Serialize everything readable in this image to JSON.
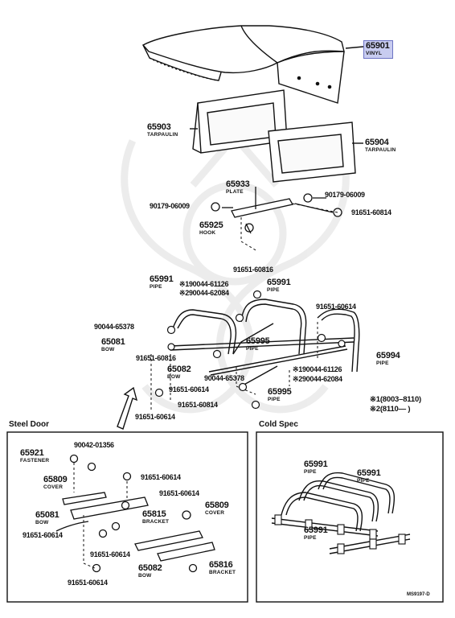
{
  "top": {
    "roof": {
      "part": "65901",
      "sub": "VINYL"
    },
    "tarp_left": {
      "part": "65903",
      "sub": "TARPAULIN"
    },
    "tarp_right": {
      "part": "65904",
      "sub": "TARPAULIN"
    },
    "plate": {
      "part": "65933",
      "sub": "PLATE"
    },
    "hook": {
      "part": "65925",
      "sub": "HOOK"
    },
    "nut_left": "90179-06009",
    "nut_right": "90179-06009",
    "bolt_right": "91651-60814"
  },
  "frame": {
    "pipe_left": {
      "part": "65991",
      "sub": "PIPE"
    },
    "pipe_right_top": {
      "part": "65991",
      "sub": "PIPE"
    },
    "bolt_top": "91651-60816",
    "note1_top": "※190044-61126",
    "note2_top": "※290044-62084",
    "bolt_right_top": "91651-60614",
    "screw_left": "90044-65378",
    "bow_left": {
      "part": "65081",
      "sub": "BOW"
    },
    "pipe_center": {
      "part": "65995",
      "sub": "PIPE"
    },
    "pipe_right": {
      "part": "65994",
      "sub": "PIPE"
    },
    "bolt_mid": "91651-60816",
    "bow_center": {
      "part": "65082",
      "sub": "BOW"
    },
    "screw_center": "90044-65378",
    "note1_bottom": "※190044-61126",
    "note2_bottom": "※290044-62084",
    "bolt_lower": "91651-60614",
    "pipe_lower": {
      "part": "65995",
      "sub": "PIPE"
    },
    "bolt_lower2": "91651-60814",
    "bolt_left_bottom": "91651-60614"
  },
  "legend": {
    "line1": "※1(8003–8110)",
    "line2": "※2(8110—        )"
  },
  "steel_door": {
    "title": "Steel Door",
    "fastener": {
      "part": "65921",
      "sub": "FASTENER"
    },
    "bolt_a": "90042-01356",
    "cover_left": {
      "part": "65809",
      "sub": "COVER"
    },
    "bolt_b": "91651-60614",
    "bolt_c": "91651-60614",
    "bow_left": {
      "part": "65081",
      "sub": "BOW"
    },
    "bracket": {
      "part": "65815",
      "sub": "BRACKET"
    },
    "cover_right": {
      "part": "65809",
      "sub": "COVER"
    },
    "bolt_d": "91651-60614",
    "bolt_e": "91651-60614",
    "bow_bottom": {
      "part": "65082",
      "sub": "BOW"
    },
    "bracket_b": {
      "part": "65816",
      "sub": "BRACKET"
    },
    "bolt_f": "91651-60614"
  },
  "cold_spec": {
    "title": "Cold Spec",
    "pipe_a": {
      "part": "65991",
      "sub": "PIPE"
    },
    "pipe_b": {
      "part": "65991",
      "sub": "PIPE"
    },
    "pipe_c": {
      "part": "65991",
      "sub": "PIPE"
    }
  },
  "footer_code": "MS9197-D",
  "colors": {
    "highlight": "#c8ccf0",
    "highlight_border": "#6d74c4",
    "ink": "#111111",
    "watermark": "#e9e9e9"
  }
}
